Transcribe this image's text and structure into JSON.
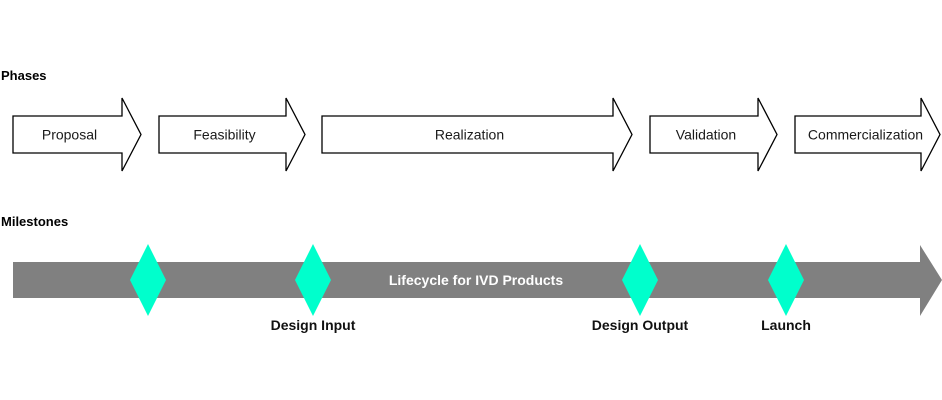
{
  "sections": {
    "phases_label": "Phases",
    "milestones_label": "Milestones"
  },
  "phases": [
    {
      "label": "Proposal"
    },
    {
      "label": "Feasibility"
    },
    {
      "label": "Realization"
    },
    {
      "label": "Validation"
    },
    {
      "label": "Commercialization"
    }
  ],
  "lifecycle": {
    "label": "Lifecycle for IVD Products",
    "color": "#808080"
  },
  "milestones": [
    {
      "label": ""
    },
    {
      "label": "Design Input"
    },
    {
      "label": "Design Output"
    },
    {
      "label": "Launch"
    }
  ],
  "colors": {
    "milestone": "#00FFCC",
    "phase_fill": "#FFFFFF",
    "phase_stroke": "#000000"
  }
}
